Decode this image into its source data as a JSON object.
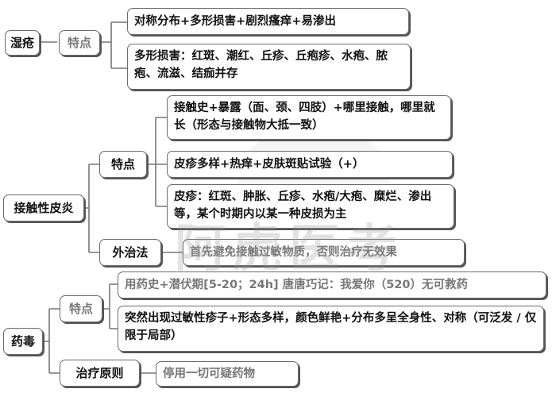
{
  "eczema": {
    "title": "湿疮",
    "feature_label": "特点",
    "points": [
      "对称分布+多形损害+剧烈瘙痒+易渗出",
      "多形损害：红斑、潮红、丘疹、丘疱疹、水疱、脓疱、流滋、结痂并存"
    ]
  },
  "contact_dermatitis": {
    "title": "接触性皮炎",
    "feature_label": "特点",
    "feature_points": [
      "接触史+暴露（面、颈、四肢）+哪里接触，哪里就长（形态与接触物大抵一致）",
      "皮疹多样+热痒+皮肤斑贴试验（+）",
      "皮疹：红斑、肿胀、丘疹、水疱/大疱、糜烂、渗出等，某个时期内以某一种皮损为主"
    ],
    "external_label": "外治法",
    "external_point": "首先避免接触过敏物质，否则治疗无效果"
  },
  "drug_eruption": {
    "title": "药毒",
    "feature_label": "特点",
    "feature_points": [
      "用药史+潜伏期[5-20；24h]    唐唐巧记：我爱你（520）无可救药",
      "突然出现过敏性疹子+形态多样，颜色鲜艳+分布多呈全身性、对称（可泛发 / 仅限于局部）"
    ],
    "treatment_label": "治疗原则",
    "treatment_point": "停用一切可疑药物"
  },
  "watermark": "阿虎医考"
}
